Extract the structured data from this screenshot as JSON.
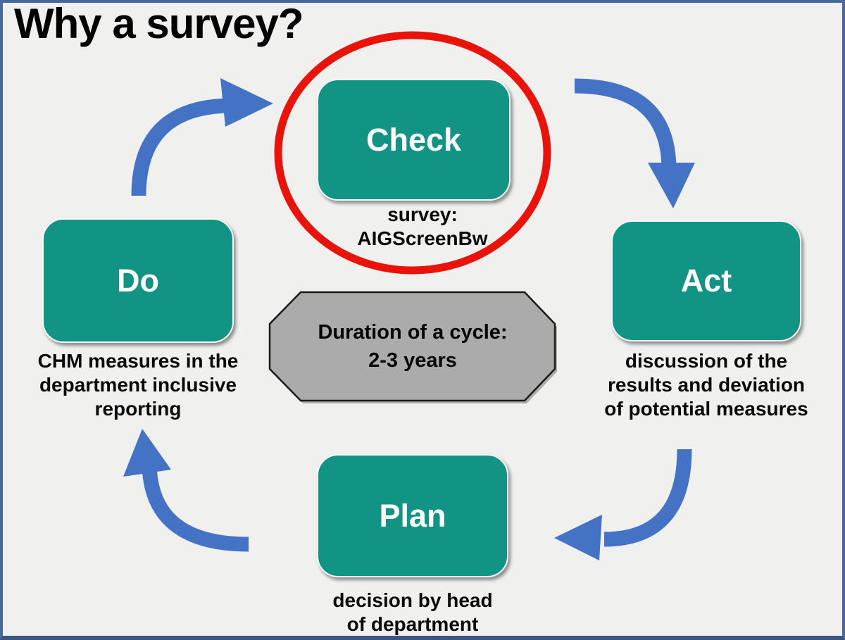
{
  "page": {
    "title": "Why a survey?"
  },
  "colors": {
    "background": "#f0f0ee",
    "frame": "#46689c",
    "frame_bottom": "#3a5680",
    "step_fill": "#119484",
    "step_text": "#ffffff",
    "arrow": "#4472c4",
    "highlight_ring": "#e91309",
    "center_fill": "#ababab",
    "center_border": "#1a1a1a",
    "caption_text": "#0a0a0a"
  },
  "cycle": {
    "steps": [
      {
        "id": "check",
        "label": "Check",
        "caption": "survey:\nAIGScreenBw",
        "highlighted": true
      },
      {
        "id": "act",
        "label": "Act",
        "caption": "discussion of the\nresults and deviation\nof potential measures",
        "highlighted": false
      },
      {
        "id": "plan",
        "label": "Plan",
        "caption": "decision by head\nof department",
        "highlighted": false
      },
      {
        "id": "do",
        "label": "Do",
        "caption": "CHM measures in the\ndepartment inclusive\nreporting",
        "highlighted": false
      }
    ],
    "center": {
      "caption": "Duration of a cycle:\n2-3 years"
    }
  }
}
